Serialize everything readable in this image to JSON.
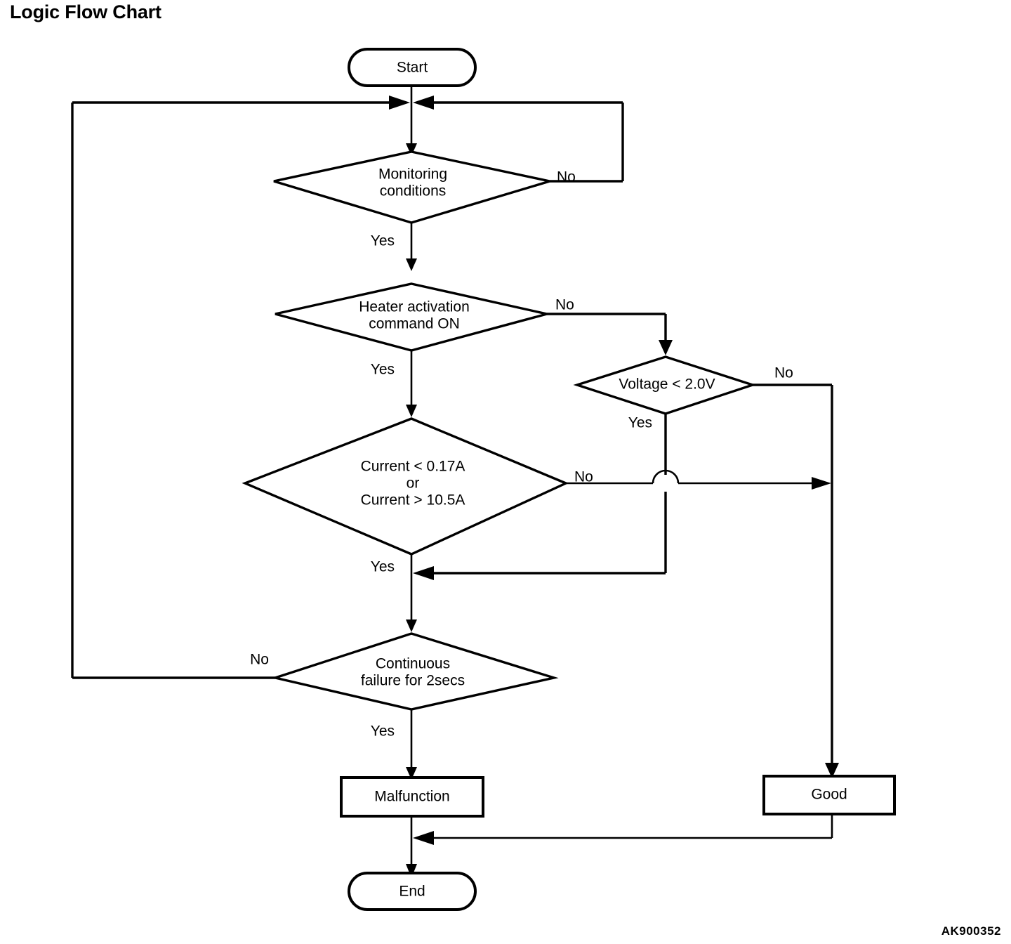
{
  "page": {
    "title": "Logic Flow Chart",
    "watermark": "AK900352",
    "background_color": "#ffffff",
    "line_color": "#000000"
  },
  "chart_data": {
    "type": "diagram",
    "diagram_type": "flowchart",
    "title": "Logic Flow Chart",
    "orientation": "top-to-bottom",
    "nodes": [
      {
        "id": "start",
        "shape": "terminator",
        "label": "Start"
      },
      {
        "id": "monitoring",
        "shape": "decision",
        "label": "Monitoring conditions",
        "lines": [
          "Monitoring",
          "conditions"
        ]
      },
      {
        "id": "heater",
        "shape": "decision",
        "label": "Heater activation command ON",
        "lines": [
          "Heater activation",
          "command ON"
        ]
      },
      {
        "id": "voltage",
        "shape": "decision",
        "label": "Voltage < 2.0V",
        "lines": [
          "Voltage < 2.0V"
        ]
      },
      {
        "id": "current",
        "shape": "decision",
        "label": "Current < 0.17A or Current > 10.5A",
        "lines": [
          "Current < 0.17A",
          "or",
          "Current > 10.5A"
        ]
      },
      {
        "id": "continuous",
        "shape": "decision",
        "label": "Continuous failure for 2secs",
        "lines": [
          "Continuous",
          "failure for 2secs"
        ]
      },
      {
        "id": "malfunction",
        "shape": "process",
        "label": "Malfunction"
      },
      {
        "id": "good",
        "shape": "process",
        "label": "Good"
      },
      {
        "id": "end",
        "shape": "terminator",
        "label": "End"
      }
    ],
    "edges": [
      {
        "from": "start",
        "to": "monitoring",
        "label": ""
      },
      {
        "from": "monitoring",
        "to": "monitoring",
        "label": "No",
        "note": "loops back above Monitoring conditions"
      },
      {
        "from": "monitoring",
        "to": "heater",
        "label": "Yes"
      },
      {
        "from": "heater",
        "to": "voltage",
        "label": "No"
      },
      {
        "from": "heater",
        "to": "current",
        "label": "Yes"
      },
      {
        "from": "voltage",
        "to": "continuous",
        "label": "Yes"
      },
      {
        "from": "voltage",
        "to": "good",
        "label": "No"
      },
      {
        "from": "current",
        "to": "continuous",
        "label": "Yes"
      },
      {
        "from": "current",
        "to": "good",
        "label": "No"
      },
      {
        "from": "continuous",
        "to": "monitoring",
        "label": "No",
        "note": "loops back above Monitoring conditions"
      },
      {
        "from": "continuous",
        "to": "malfunction",
        "label": "Yes"
      },
      {
        "from": "malfunction",
        "to": "end",
        "label": ""
      },
      {
        "from": "good",
        "to": "end",
        "label": ""
      }
    ],
    "edge_labels": {
      "monitoring_no": "No",
      "monitoring_yes": "Yes",
      "heater_no": "No",
      "heater_yes": "Yes",
      "voltage_no": "No",
      "voltage_yes": "Yes",
      "current_no": "No",
      "current_yes": "Yes",
      "continuous_no": "No",
      "continuous_yes": "Yes"
    }
  }
}
